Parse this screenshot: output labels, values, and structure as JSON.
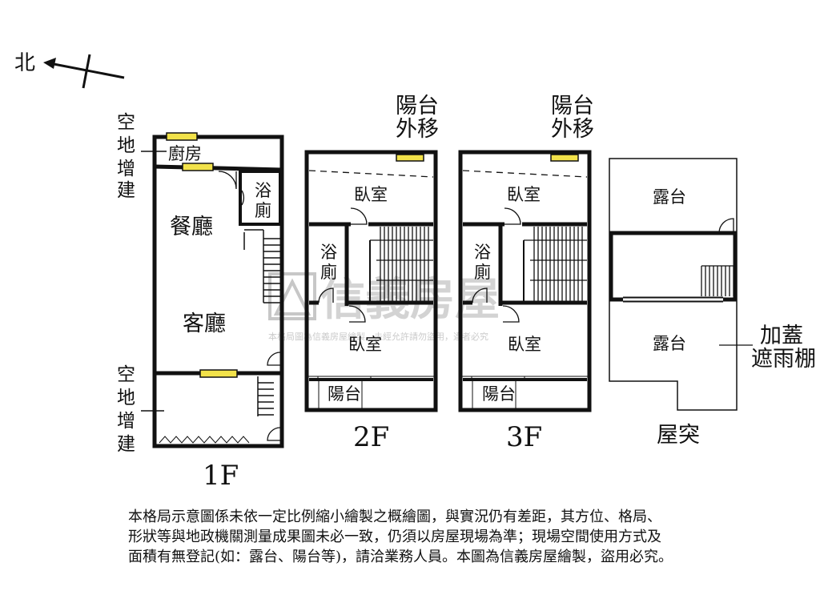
{
  "compass": {
    "north": "北"
  },
  "floor1": {
    "label": "1F",
    "kitchen": "廚房",
    "bath": [
      "浴",
      "廁"
    ],
    "dining": "餐廳",
    "living": "客廳",
    "annex_top": [
      "空",
      "地",
      "增",
      "建"
    ],
    "annex_bottom": [
      "空",
      "地",
      "增",
      "建"
    ]
  },
  "floor2": {
    "label": "2F",
    "balcony_move": [
      "陽台",
      "外移"
    ],
    "bedroom_top": "臥室",
    "bath": [
      "浴",
      "廁"
    ],
    "bedroom_bottom": "臥室",
    "balcony": "陽台"
  },
  "floor3": {
    "label": "3F",
    "balcony_move": [
      "陽台",
      "外移"
    ],
    "bedroom_top": "臥室",
    "bath": [
      "浴",
      "廁"
    ],
    "bedroom_bottom": "臥室",
    "balcony": "陽台"
  },
  "roof": {
    "label": "屋突",
    "terrace_top": "露台",
    "terrace_bottom": "露台",
    "canopy": [
      "加蓋",
      "遮雨棚"
    ]
  },
  "watermark": {
    "brand": "信義房屋",
    "note": "本格局圖為信義房屋繪製，未經允許請勿盜用，違者必究"
  },
  "disclaimer": [
    "本格局示意圖係未依一定比例縮小繪製之概繪圖，與實況仍有差距，其方位、格局、",
    "形狀等與地政機關測量成果圖未必一致，仍須以房屋現場為準；現場空間使用方式及",
    "面積有無登記(如：露台、陽台等)，請洽業務人員。本圖為信義房屋繪製，盜用必究。"
  ],
  "colors": {
    "window": "#f2e24a",
    "wall": "#111111",
    "watermark": "#b9b9b9"
  }
}
